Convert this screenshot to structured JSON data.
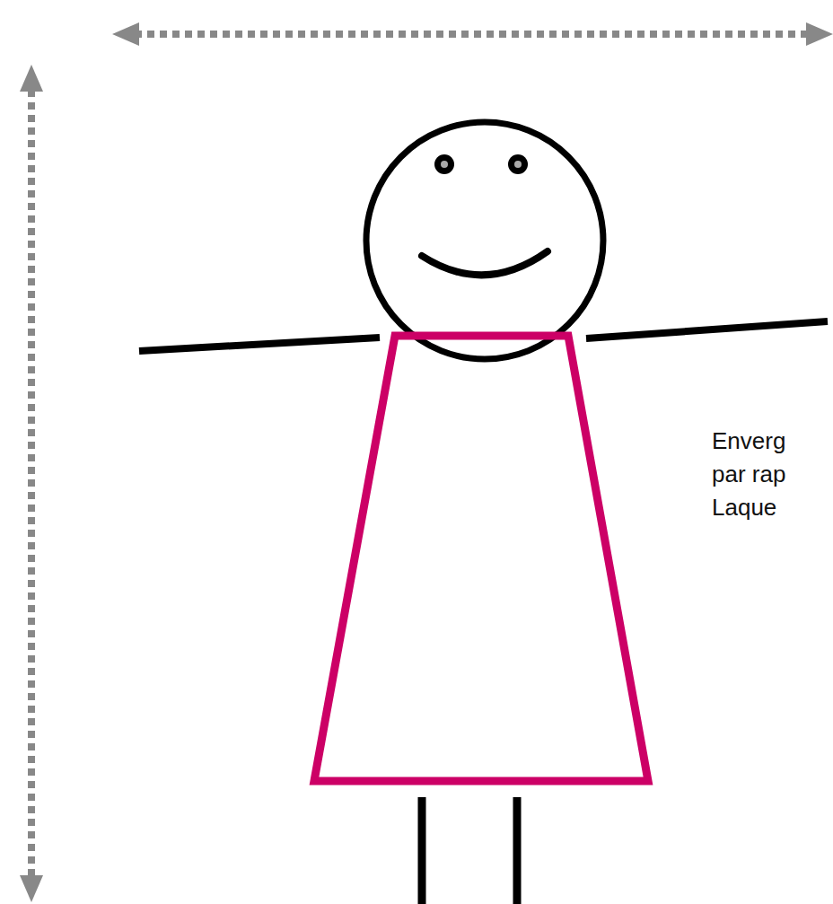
{
  "diagram": {
    "labels": [
      "Enverg",
      "par rap",
      "Laque"
    ]
  }
}
